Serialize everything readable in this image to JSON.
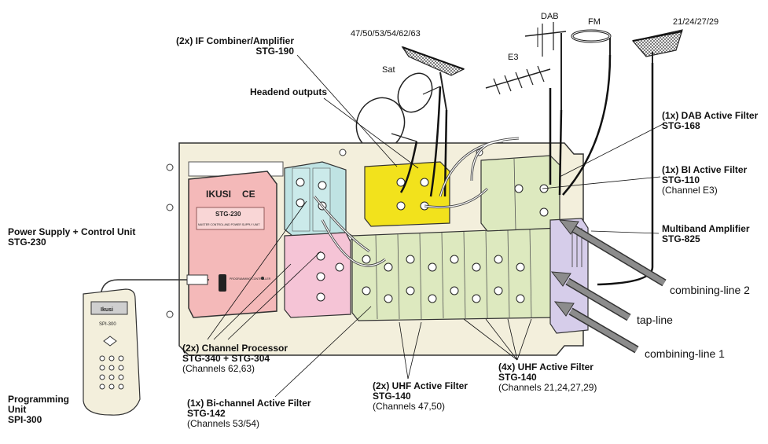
{
  "antennas": {
    "uhf_a": "47/50/53/54/62/63",
    "dab": "DAB",
    "fm": "FM",
    "uhf_b": "21/24/27/29",
    "e3": "E3",
    "sat": "Sat"
  },
  "brand": {
    "logo": "IKUSI",
    "ce_mark": "CE",
    "psu_model": "STG-230",
    "psu_caption": "MASTER CONTROL AND POWER SUPPLY UNIT",
    "port_caption": "PROGRAMMING CONTROLLER",
    "handset_brand": "Ikusi",
    "handset_model": "SPI-300"
  },
  "labels": {
    "if_combiner": {
      "title": "(2x) IF Combiner/Amplifier",
      "model": "STG-190"
    },
    "headend_outputs": "Headend outputs",
    "dab_filter": {
      "title": "(1x) DAB Active Filter",
      "model": "STG-168"
    },
    "bi_filter": {
      "title": "(1x) BI Active Filter",
      "model": "STG-110",
      "note": "(Channel E3)"
    },
    "multiband_amp": {
      "title": "Multiband Amplifier",
      "model": "STG-825"
    },
    "power_supply": {
      "title": "Power Supply + Control Unit",
      "model": "STG-230"
    },
    "programming_unit": {
      "line1": "Programming",
      "line2": "Unit",
      "model": "SPI-300"
    },
    "channel_processor": {
      "title": "(2x) Channel Processor",
      "model": "STG-340 + STG-304",
      "note": "(Channels 62,63)"
    },
    "bichannel_filter": {
      "title": "(1x) Bi-channel Active Filter",
      "model": "STG-142",
      "note": "(Channels 53/54)"
    },
    "uhf_filter_2": {
      "title": "(2x) UHF Active Filter",
      "model": "STG-140",
      "note": "(Channels 47,50)"
    },
    "uhf_filter_4": {
      "title": "(4x) UHF Active Filter",
      "model": "STG-140",
      "note": "(Channels 21,24,27,29)"
    },
    "combining_line_2": "combining-line 2",
    "tap_line": "tap-line",
    "combining_line_1": "combining-line 1"
  },
  "colors": {
    "chassis": "#f3efdc",
    "psu": "#f4b9b9",
    "processor_cyan": "#bfe3e3",
    "processor_pink": "#f5c4d6",
    "combiner_yellow": "#f2e21c",
    "filter_green": "#dde9bf",
    "amplifier_lavender": "#d6cdea",
    "arrow_gray": "#8c8c8c"
  }
}
